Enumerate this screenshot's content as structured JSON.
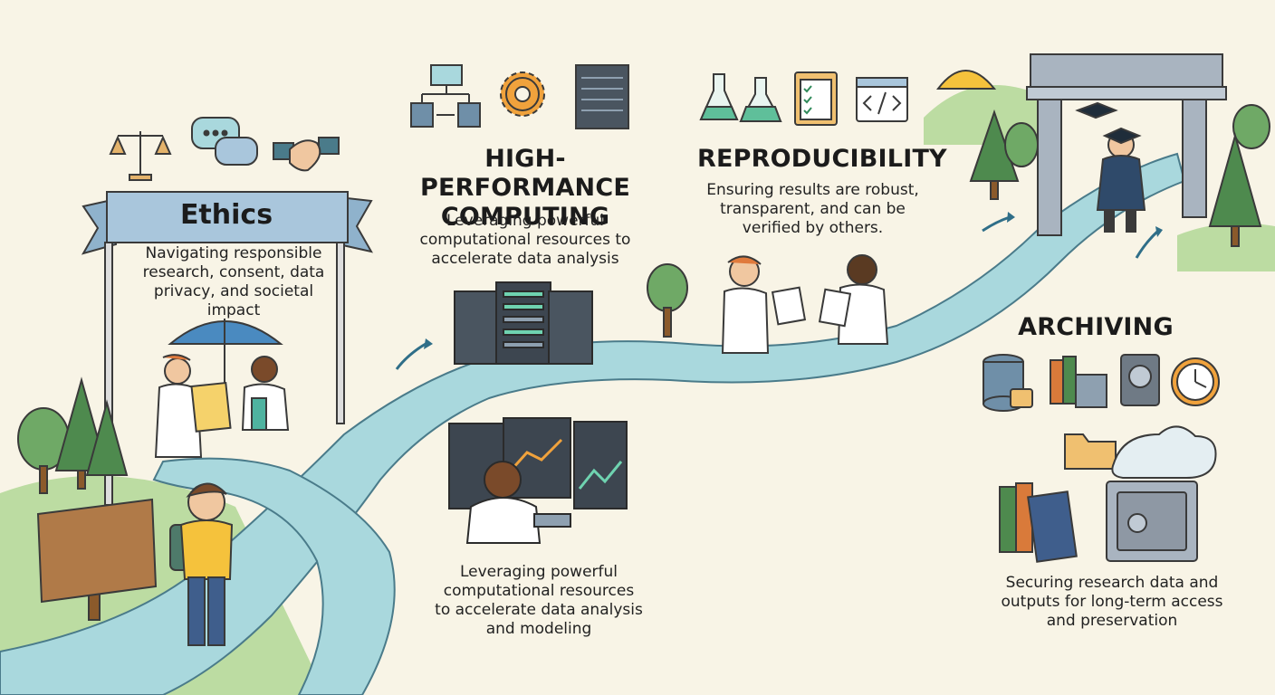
{
  "ethics": {
    "title": "Ethics",
    "description": "Navigating responsible research, consent, data privacy, and societal impact"
  },
  "hpc": {
    "title": "HIGH-PERFORMANCE COMPUTING",
    "description": "Leveraging powerful computational resources to accelerate data analysis",
    "detail": "Leveraging powerful computational resources to accelerate data analysis and modeling"
  },
  "reproducibility": {
    "title": "REPRODUCIBILITY",
    "description": "Ensuring results are robust, transparent, and can be verified by others."
  },
  "archiving": {
    "title": "ARCHIVING",
    "description": "Securing research data and outputs for long-term access and preservation"
  },
  "colors": {
    "background": "#f8f4e6",
    "path": "#a9d8dd",
    "ribbon": "#a9c6dc",
    "grass": "#bcdca2",
    "coat": "#ffffff"
  }
}
